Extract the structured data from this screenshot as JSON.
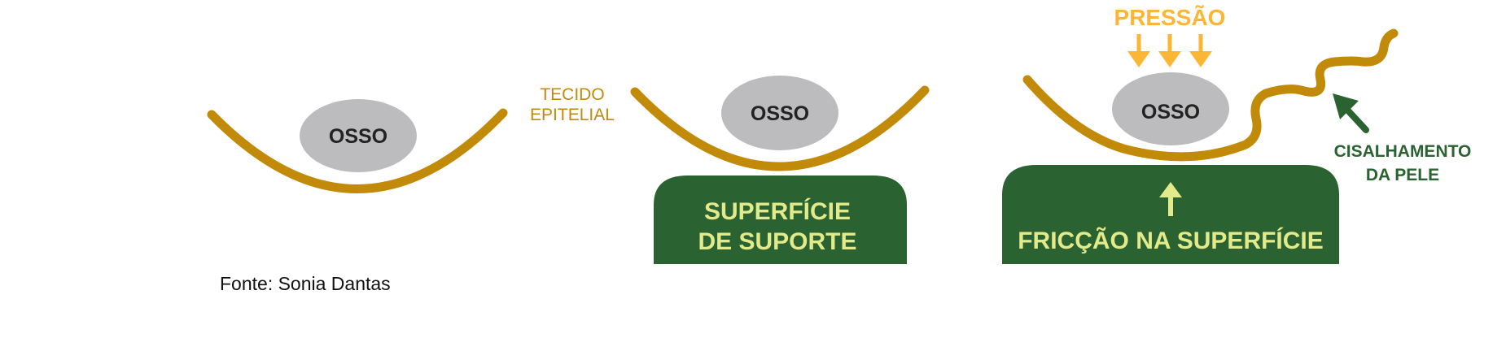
{
  "colors": {
    "tissue": "#c18a09",
    "bone": "#bcbcbe",
    "bone_text": "#222222",
    "surface": "#2a6231",
    "surface_text": "#e3ea8a",
    "pressure": "#fcb635",
    "shear": "#2a6231",
    "source_text": "#111111"
  },
  "panels": [
    {
      "bone_label": "OSSO"
    },
    {
      "bone_label": "OSSO",
      "surface_lines": [
        "SUPERFÍCIE",
        "DE SUPORTE"
      ]
    },
    {
      "bone_label": "OSSO",
      "surface_lines": [
        "FRICÇÃO NA SUPERFÍCIE"
      ],
      "surface_arrow_icon": "arrow-up-icon"
    }
  ],
  "labels": {
    "tissue": [
      "TECIDO",
      "EPITELIAL"
    ],
    "pressure": "PRESSÃO",
    "shear": [
      "CISALHAMENTO",
      "DA PELE"
    ]
  },
  "source": "Fonte: Sonia Dantas"
}
